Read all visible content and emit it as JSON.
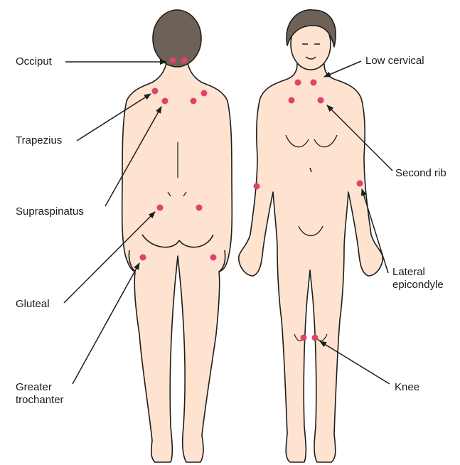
{
  "colors": {
    "skin": "#fde3d0",
    "outline": "#1e1e1e",
    "hair": "#6e6258",
    "tender_point": "#e0426a"
  },
  "figures": [
    {
      "view": "back"
    },
    {
      "view": "front"
    }
  ],
  "labels": {
    "occiput": "Occiput",
    "trapezius": "Trapezius",
    "supraspinatus": "Supraspinatus",
    "gluteal": "Gluteal",
    "greater_trochanter_1": "Greater",
    "greater_trochanter_2": "trochanter",
    "low_cervical": "Low cervical",
    "second_rib": "Second rib",
    "lateral_epicondyle_1": "Lateral",
    "lateral_epicondyle_2": "epicondyle",
    "knee": "Knee"
  }
}
